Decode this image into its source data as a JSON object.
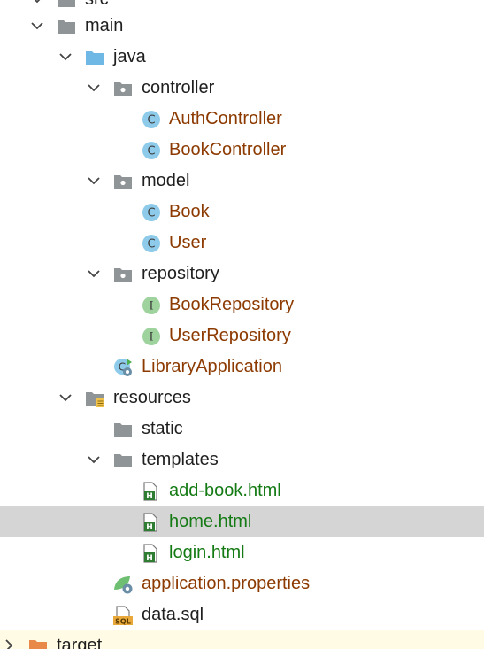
{
  "tree": {
    "nodes": [
      {
        "key": "src",
        "label": "src",
        "icon": "folder-gray",
        "color": "plain",
        "expanded": true,
        "depth": 0
      },
      {
        "key": "main",
        "label": "main",
        "icon": "folder-gray",
        "color": "plain",
        "expanded": true,
        "depth": 1
      },
      {
        "key": "java",
        "label": "java",
        "icon": "folder-blue",
        "color": "plain",
        "expanded": true,
        "depth": 2
      },
      {
        "key": "controller",
        "label": "controller",
        "icon": "package",
        "color": "plain",
        "expanded": true,
        "depth": 3
      },
      {
        "key": "auth-controller",
        "label": "AuthController",
        "icon": "class",
        "color": "java",
        "depth": 4
      },
      {
        "key": "book-controller",
        "label": "BookController",
        "icon": "class",
        "color": "java",
        "depth": 4
      },
      {
        "key": "model",
        "label": "model",
        "icon": "package",
        "color": "plain",
        "expanded": true,
        "depth": 3
      },
      {
        "key": "book",
        "label": "Book",
        "icon": "class",
        "color": "java",
        "depth": 4
      },
      {
        "key": "user",
        "label": "User",
        "icon": "class",
        "color": "java",
        "depth": 4
      },
      {
        "key": "repository",
        "label": "repository",
        "icon": "package",
        "color": "plain",
        "expanded": true,
        "depth": 3
      },
      {
        "key": "book-repository",
        "label": "BookRepository",
        "icon": "interface",
        "color": "java",
        "depth": 4
      },
      {
        "key": "user-repository",
        "label": "UserRepository",
        "icon": "interface",
        "color": "java",
        "depth": 4
      },
      {
        "key": "library-application",
        "label": "LibraryApplication",
        "icon": "spring-app",
        "color": "java",
        "depth": 3
      },
      {
        "key": "resources",
        "label": "resources",
        "icon": "resources-folder",
        "color": "plain",
        "expanded": true,
        "depth": 2
      },
      {
        "key": "static",
        "label": "static",
        "icon": "folder-gray",
        "color": "plain",
        "depth": 3
      },
      {
        "key": "templates",
        "label": "templates",
        "icon": "folder-gray",
        "color": "plain",
        "expanded": true,
        "depth": 3
      },
      {
        "key": "add-book-html",
        "label": "add-book.html",
        "icon": "html-file",
        "color": "html",
        "depth": 4
      },
      {
        "key": "home-html",
        "label": "home.html",
        "icon": "html-file",
        "color": "html",
        "depth": 4,
        "selected": true
      },
      {
        "key": "login-html",
        "label": "login.html",
        "icon": "html-file",
        "color": "html",
        "depth": 4
      },
      {
        "key": "application-properties",
        "label": "application.properties",
        "icon": "spring-properties",
        "color": "java",
        "depth": 3
      },
      {
        "key": "data-sql",
        "label": "data.sql",
        "icon": "sql-file",
        "color": "plain",
        "depth": 3
      },
      {
        "key": "target",
        "label": "target",
        "icon": "folder-orange",
        "color": "plain",
        "expanded": false,
        "depth": 0,
        "highlight": true
      }
    ]
  }
}
